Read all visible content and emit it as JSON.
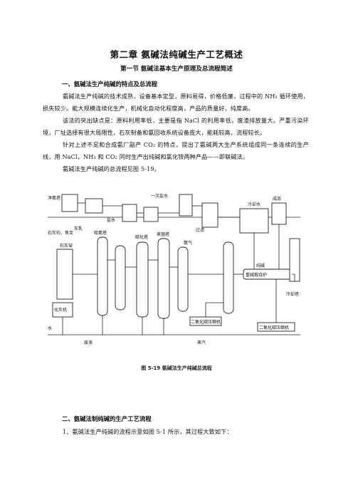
{
  "chapter_title": "第二章    氨碱法纯碱生产工艺概述",
  "section_title": "第一节    氨碱法基本生产原理及总流程简述",
  "subheading_1": "一、氨碱法生产纯碱的特点及总流程",
  "para_1": "氨碱法生产纯碱的技术成熟，设备基本定型，原料易得，价格低廉，过程中的 NH₃ 循环使用，损失较少。能大规模连续化生产，机械化自动化程度高，产品的质量好，纯度高。",
  "para_2": "该法的突出缺点是：原料利用率低，主要是指 NaCl 的利用率低，废渣排放量大。严重污染环境，厂址选择有很大局限性，石灰制备和氨回收系统设备庞大，能耗较高，流程较长。",
  "para_3": "针对上述不足和合成氨厂副产 CO₂ 的特点，提出了氨碱两大生产系统组成同一条连续的生产线，用 NaCl，NH₃ 和 CO₂ 同时生产出纯碱和氯化铵两种产品——即联碱法。",
  "para_4": "氨碱法生产纯碱的总流程见图 5-19。",
  "figure": {
    "caption": "图 5-19    氨碱法生产纯碱总流程",
    "labels": {
      "washing_tower": "净氨塔",
      "brine": "盐水",
      "one_brine": "一次盐水",
      "filter": "过滤",
      "lime_kiln": "石灰窑",
      "limestone_coke": "石灰石、焦炭",
      "lime_milk": "灰乳",
      "slaker": "化灰机",
      "absorption_tower": "吸氨塔",
      "carbonation_tower": "碳化塔",
      "distill_tower": "蒸馏塔",
      "ammonia_gas": "氨气",
      "furnace": "重碱煅烧炉",
      "cooling_tower": "冷却塔",
      "compressor_1": "二氧化碳压缩机",
      "compressor_2": "二氧化碳压缩机",
      "waste_liquid": "废液",
      "water": "水",
      "steam": "蒸汽",
      "soda_ash": "纯碱",
      "cold_water": "冷却水",
      "product": "成品"
    }
  },
  "subheading_2": "二、氨碱法制纯碱的生产工艺流程",
  "para_5": "1、氨碱法生产纯碱的流程示意如图 5-1 所示，其过程大致如下："
}
